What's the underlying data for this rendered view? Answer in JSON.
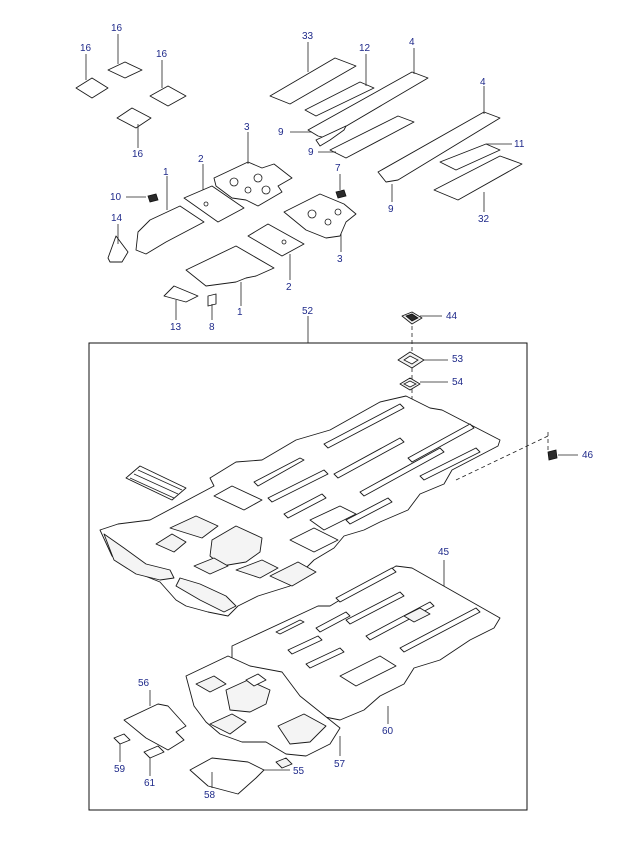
{
  "callouts": {
    "c16a": "16",
    "c16b": "16",
    "c16c": "16",
    "c16d": "16",
    "c33": "33",
    "c12": "12",
    "c4a": "4",
    "c4b": "4",
    "c9a": "9",
    "c9b": "9",
    "c9c": "9",
    "c11": "11",
    "c32": "32",
    "c3a": "3",
    "c3b": "3",
    "c7": "7",
    "c1a": "1",
    "c1b": "1",
    "c2a": "2",
    "c2b": "2",
    "c10": "10",
    "c14": "14",
    "c13": "13",
    "c8": "8",
    "c52": "52",
    "c44": "44",
    "c53": "53",
    "c54": "54",
    "c46": "46",
    "c45": "45",
    "c56": "56",
    "c59": "59",
    "c61": "61",
    "c58": "58",
    "c55": "55",
    "c57": "57",
    "c60": "60"
  },
  "colors": {
    "callout_text": "#1f2a8a",
    "line": "#1a1a1a"
  }
}
